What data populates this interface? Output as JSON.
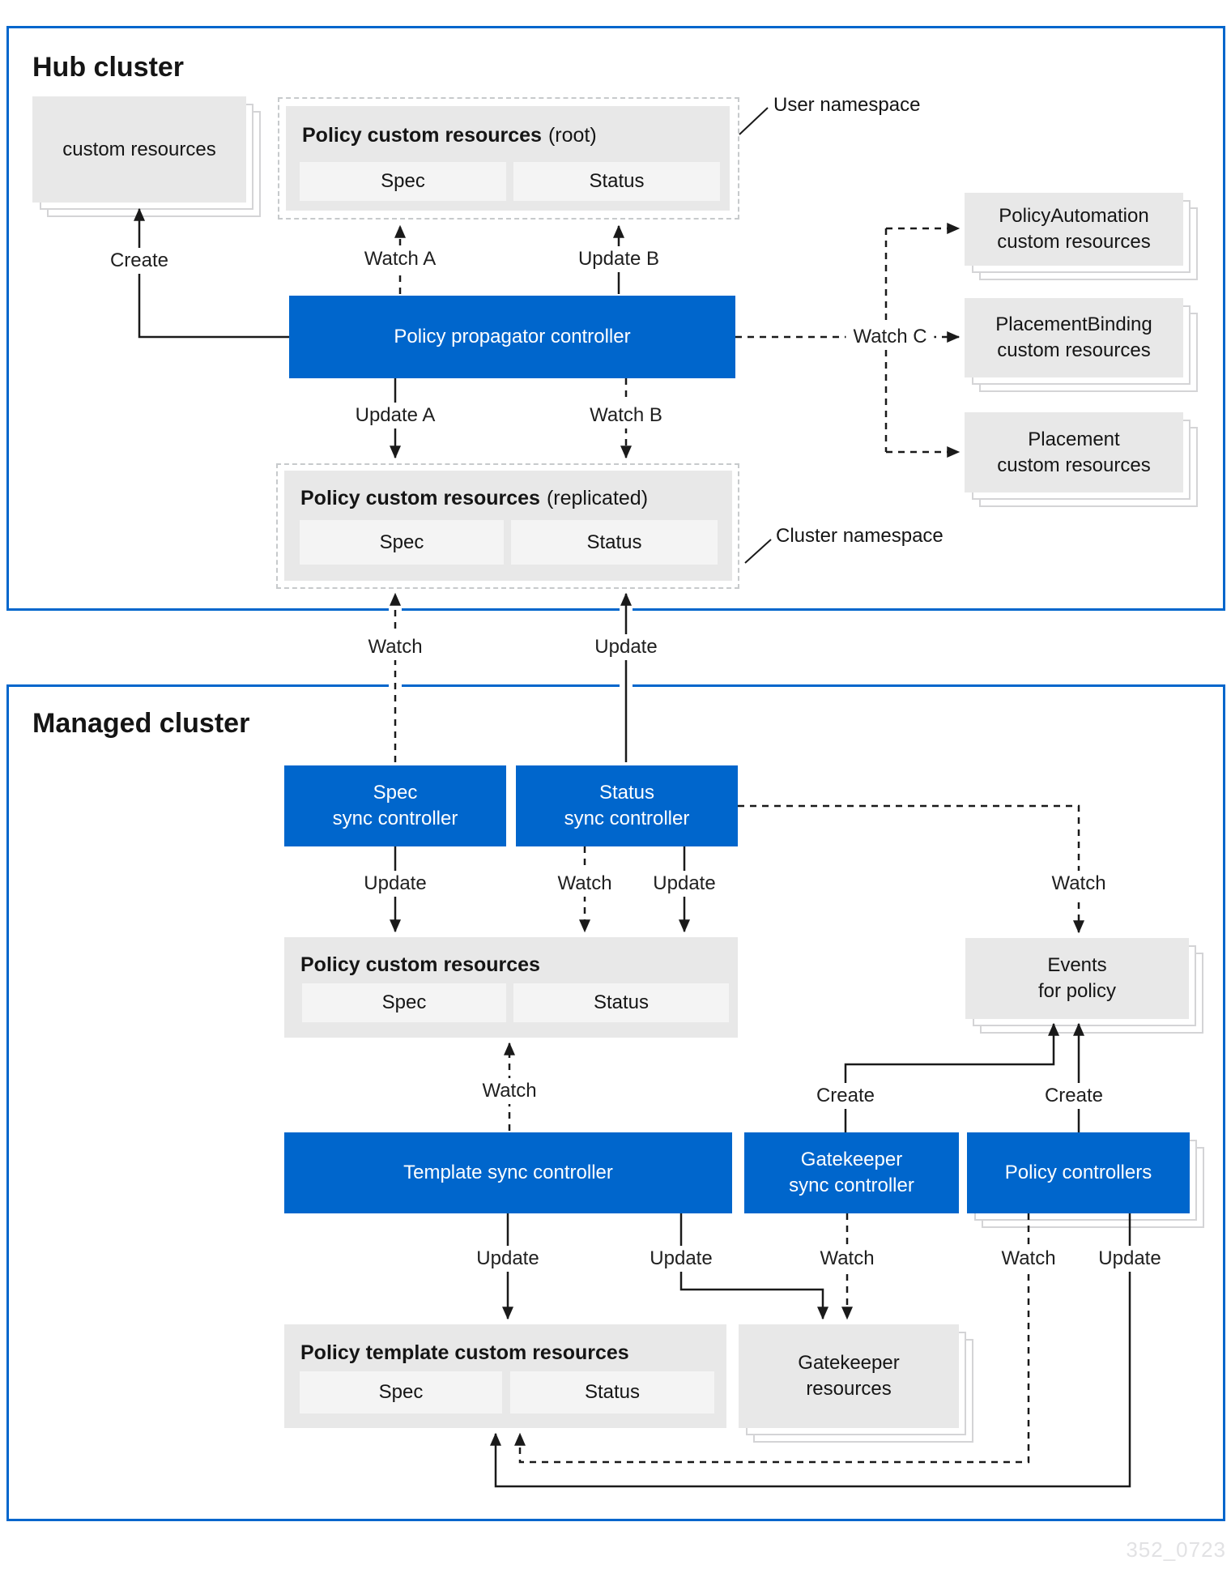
{
  "colors": {
    "accent_blue": "#0066cc",
    "box_gray": "#e8e8e8",
    "inner_gray": "#f4f4f4",
    "line_dark": "#1a1a1a"
  },
  "watermark": "352_0723",
  "hub": {
    "title": "Hub cluster",
    "custom_resources_label": "custom resources",
    "user_namespace": "User namespace",
    "cluster_namespace": "Cluster namespace",
    "propagator": "Policy propagator controller",
    "root_policy": {
      "title": "Policy custom resources",
      "qualifier": "(root)",
      "spec": "Spec",
      "status": "Status"
    },
    "replicated_policy": {
      "title": "Policy custom resources",
      "qualifier": "(replicated)",
      "spec": "Spec",
      "status": "Status"
    },
    "side_boxes": [
      {
        "line1": "PolicyAutomation",
        "line2": "custom resources"
      },
      {
        "line1": "PlacementBinding",
        "line2": "custom resources"
      },
      {
        "line1": "Placement",
        "line2": "custom resources"
      }
    ],
    "labels": {
      "create": "Create",
      "watch_a": "Watch A",
      "update_b": "Update B",
      "update_a": "Update A",
      "watch_b": "Watch B",
      "watch_c": "Watch C"
    }
  },
  "bridge": {
    "watch": "Watch",
    "update": "Update"
  },
  "managed": {
    "title": "Managed cluster",
    "spec_sync": {
      "line1": "Spec",
      "line2": "sync controller"
    },
    "status_sync": {
      "line1": "Status",
      "line2": "sync controller"
    },
    "policy_resources": {
      "title": "Policy custom resources",
      "spec": "Spec",
      "status": "Status"
    },
    "events": {
      "line1": "Events",
      "line2": "for policy"
    },
    "template_sync": "Template sync controller",
    "gatekeeper_sync": {
      "line1": "Gatekeeper",
      "line2": "sync controller"
    },
    "policy_controllers": "Policy controllers",
    "policy_template": {
      "title": "Policy template custom resources",
      "spec": "Spec",
      "status": "Status"
    },
    "gatekeeper_resources": {
      "line1": "Gatekeeper",
      "line2": "resources"
    },
    "labels": {
      "update_spec_sync": "Update",
      "watch_status_sync": "Watch",
      "update_status_sync": "Update",
      "watch_events": "Watch",
      "watch_templates": "Watch",
      "create_gatekeeper": "Create",
      "create_policy_controllers": "Create",
      "update_template_left": "Update",
      "update_template_right": "Update",
      "watch_gatekeeper": "Watch",
      "watch_policy_controllers": "Watch",
      "update_policy_controllers": "Update"
    }
  }
}
